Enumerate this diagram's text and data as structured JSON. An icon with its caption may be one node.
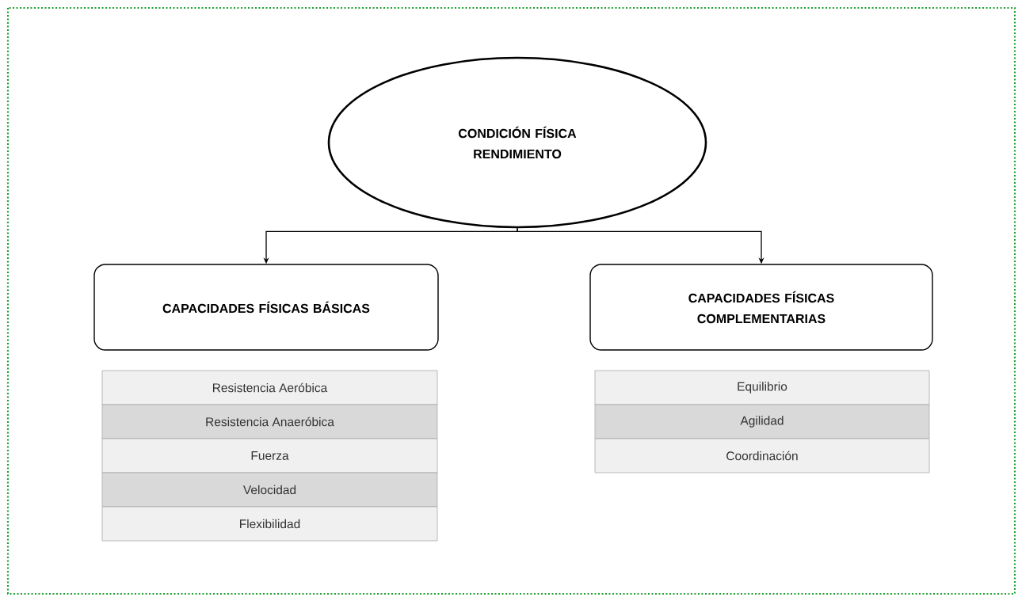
{
  "diagram": {
    "nodes": [
      {
        "text": [
          "CONDICIÓN FÍSICA RENDIMIENTO"
        ]
      },
      {
        "text": [
          "CAPACIDADES FÍSICAS BÁSICAS"
        ]
      },
      {
        "text": [
          "CAPACIDADES FÍSICAS COMPLEMENTARIAS"
        ]
      },
      {
        "text": [
          "Resistencia Aeróbica"
        ]
      },
      {
        "text": [
          "Resistencia Anaeróbica"
        ]
      },
      {
        "text": [
          "Fuerza"
        ]
      },
      {
        "text": [
          "Velocidad"
        ]
      },
      {
        "text": [
          "Flexibilidad"
        ]
      },
      {
        "text": [
          "Equilibrio"
        ]
      },
      {
        "text": [
          "Agilidad"
        ]
      },
      {
        "text": [
          "Coordinación"
        ]
      }
    ],
    "edges": [
      {
        "from": 0,
        "to": 1,
        "arrow": "to"
      },
      {
        "from": 0,
        "to": 2,
        "arrow": "to"
      }
    ]
  }
}
